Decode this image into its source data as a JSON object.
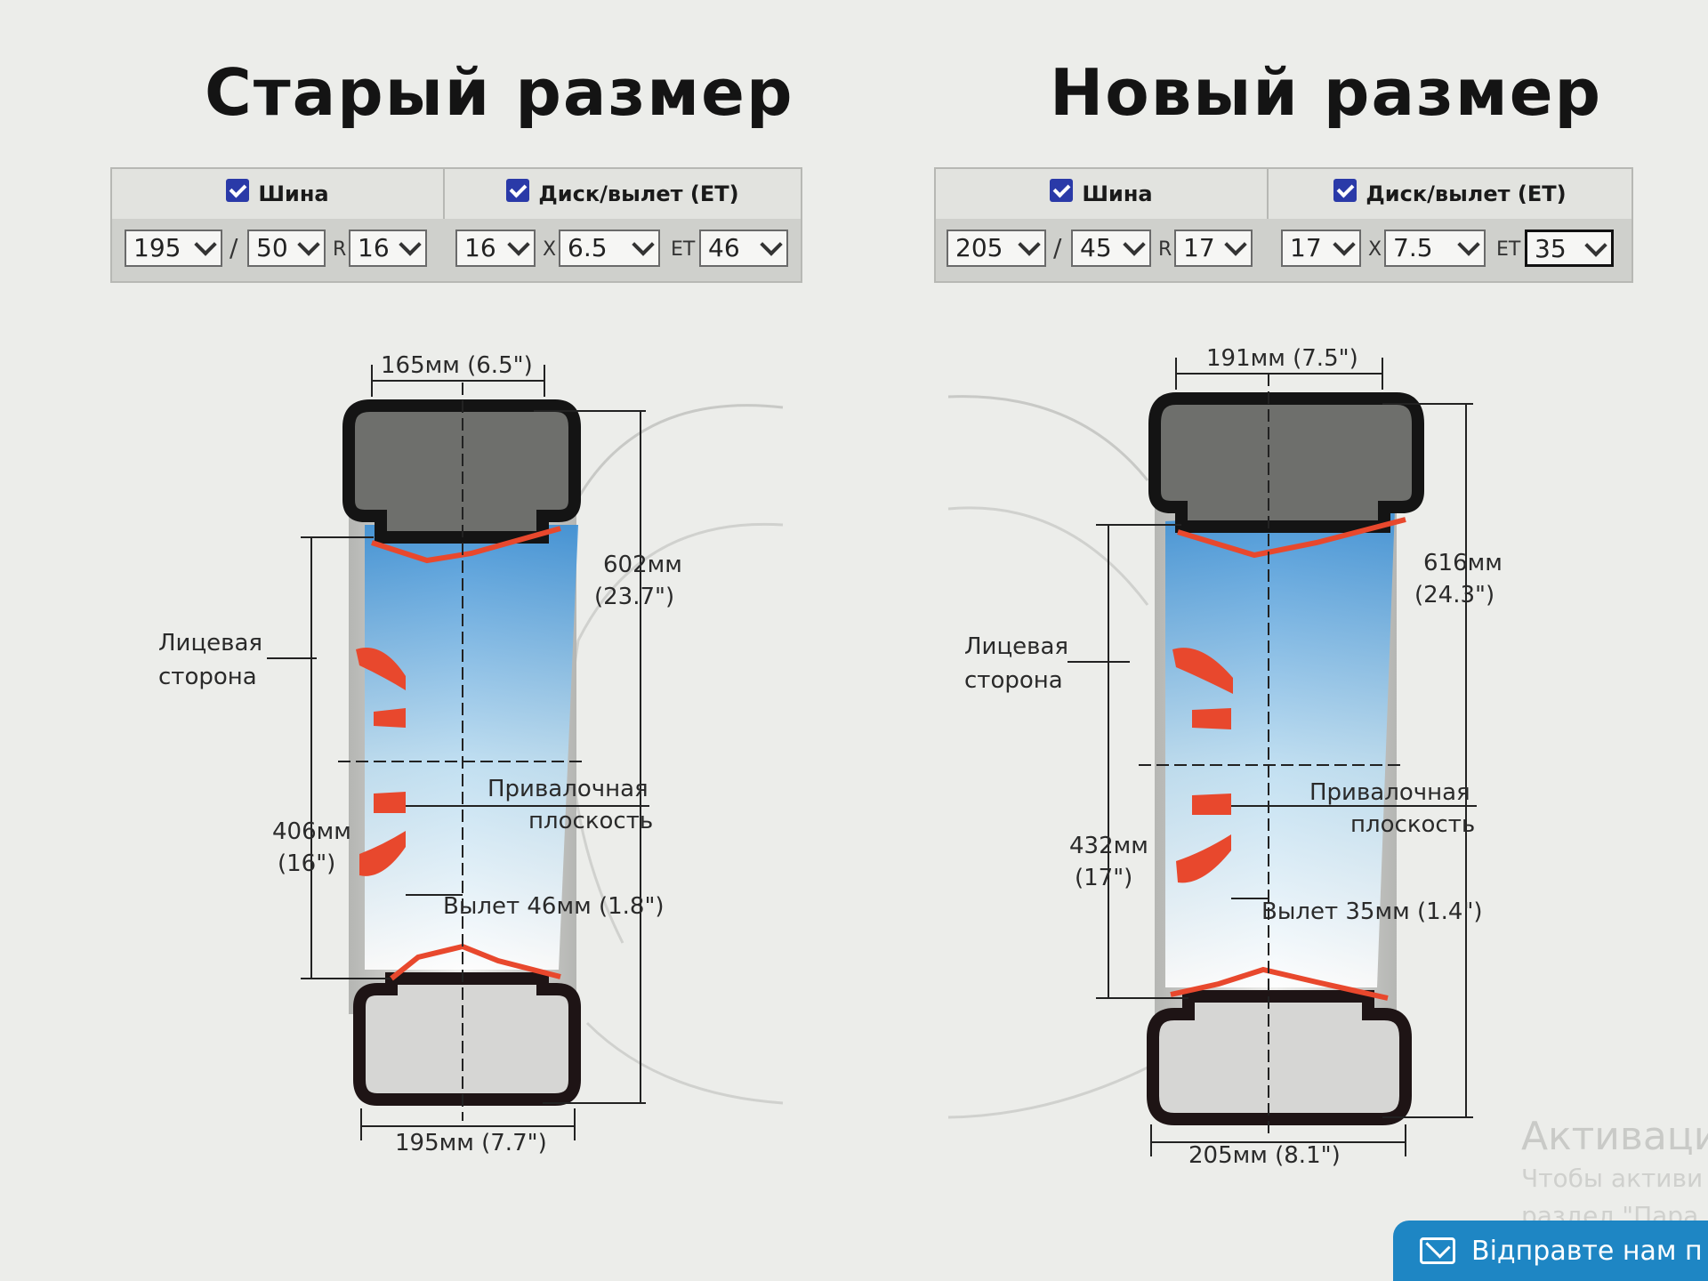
{
  "colors": {
    "accent": "#1e86c4",
    "rim": "#e8482d",
    "tire": "#141414",
    "check": "#2a3aa8"
  },
  "old": {
    "title": "Старый размер",
    "tire_label": "Шина",
    "disk_label": "Диск/вылет (ET)",
    "width": "195",
    "profile": "50",
    "r_sep": "R",
    "radius": "16",
    "rim_dia": "16",
    "x_sep": "X",
    "rim_width": "6.5",
    "et_sep": "ET",
    "et": "46",
    "slash": "/",
    "dim_top": "165мм (6.5\")",
    "dim_height_a": "602мм",
    "dim_height_b": "(23.7\")",
    "dim_disk_a": "406мм",
    "dim_disk_b": "(16\")",
    "face_a": "Лицевая",
    "face_b": "сторона",
    "mount_a": "Привалочная",
    "mount_b": "плоскость",
    "offset": "Вылет 46мм (1.8\")",
    "dim_bottom": "195мм (7.7\")"
  },
  "new": {
    "title": "Новый размер",
    "tire_label": "Шина",
    "disk_label": "Диск/вылет (ET)",
    "width": "205",
    "profile": "45",
    "r_sep": "R",
    "radius": "17",
    "rim_dia": "17",
    "x_sep": "X",
    "rim_width": "7.5",
    "et_sep": "ET",
    "et": "35",
    "slash": "/",
    "dim_top": "191мм (7.5\")",
    "dim_height_a": "616мм",
    "dim_height_b": "(24.3\")",
    "dim_disk_a": "432мм",
    "dim_disk_b": "(17\")",
    "face_a": "Лицевая",
    "face_b": "сторона",
    "mount_a": "Привалочная",
    "mount_b": "плоскость",
    "offset": "Вылет 35мм (1.4\")",
    "dim_bottom": "205мм (8.1\")"
  },
  "watermark": {
    "line1": "Активаци",
    "line2": "Чтобы активи",
    "line3": "раздел \"Пара"
  },
  "send_button": "Відправте нам п"
}
